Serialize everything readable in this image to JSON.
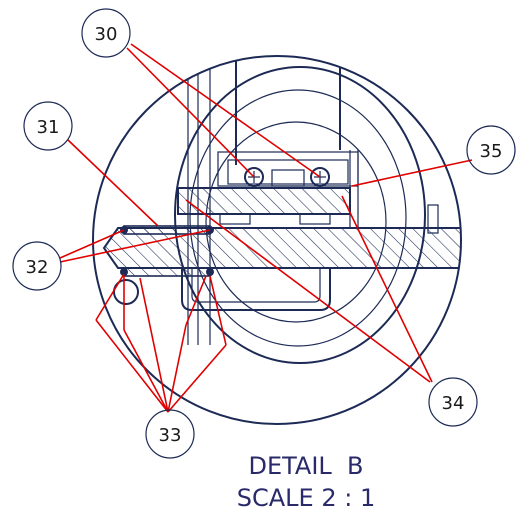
{
  "callouts": {
    "c30": "30",
    "c31": "31",
    "c32": "32",
    "c33": "33",
    "c34": "34",
    "c35": "35"
  },
  "caption": {
    "line1": "DETAIL  B",
    "line2": "SCALE 2 : 1"
  },
  "colors": {
    "outline": "#1c2a55",
    "leader": "#e00000",
    "text": "#2a2a6a"
  }
}
